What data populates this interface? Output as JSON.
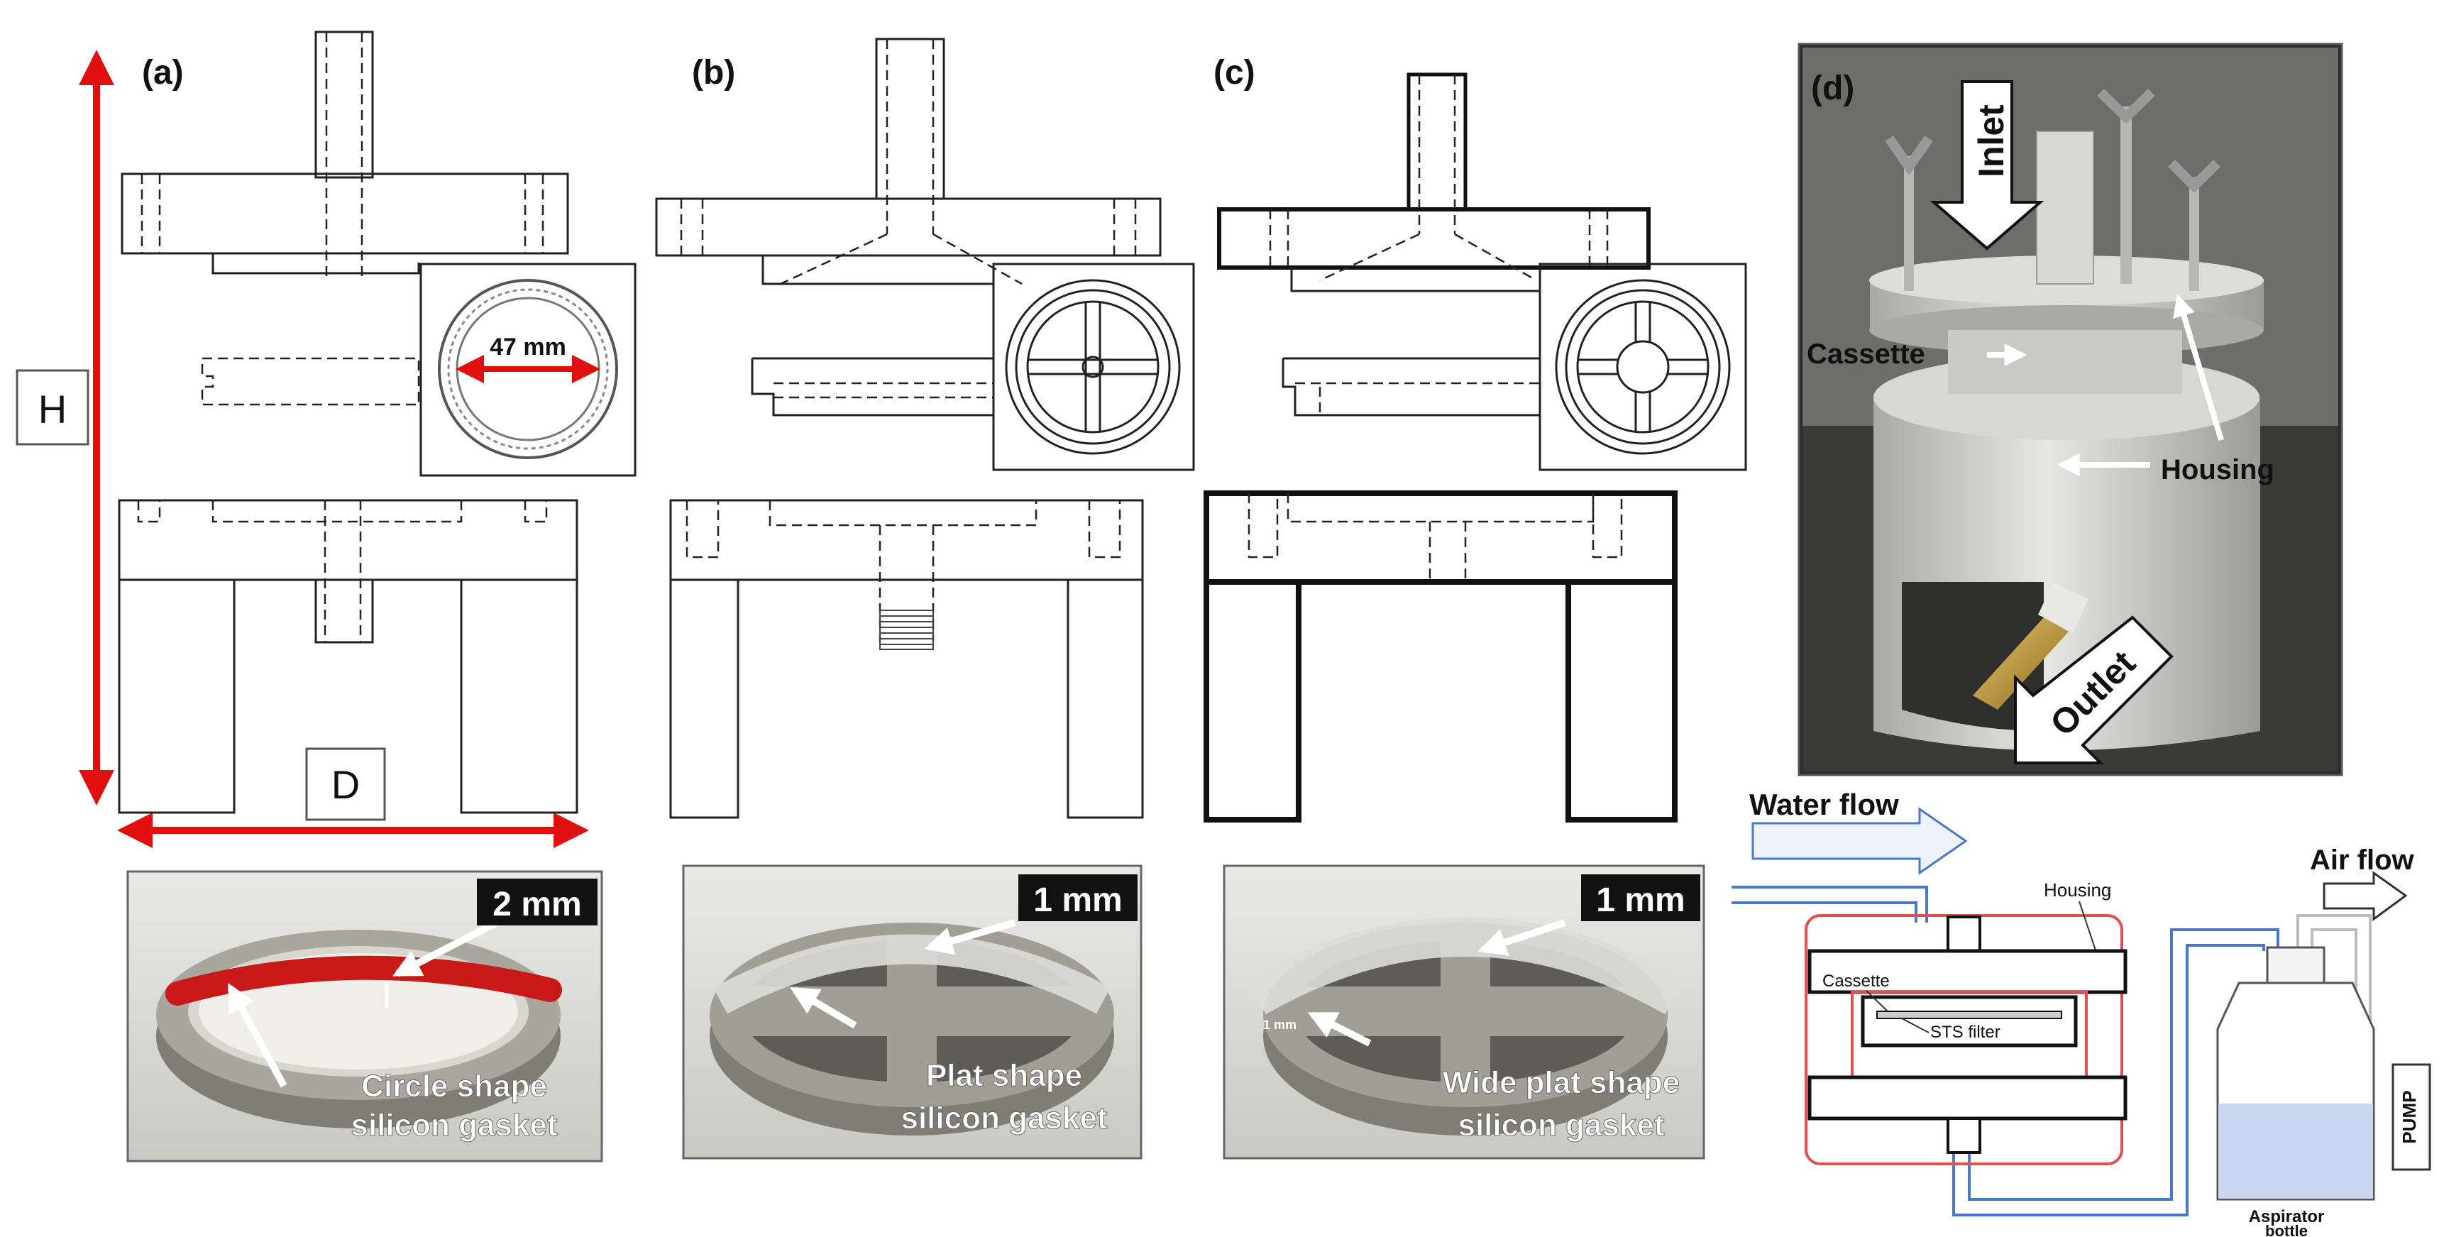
{
  "panels": {
    "a": "(a)",
    "b": "(b)",
    "c": "(c)",
    "d": "(d)"
  },
  "dimensions": {
    "height": "H",
    "diameter": "D",
    "inner_diameter": "47 mm"
  },
  "gaskets": [
    {
      "thickness": "2 mm",
      "line1": "Circle shape",
      "line2": "silicon gasket"
    },
    {
      "thickness": "1 mm",
      "line1": "Plat shape",
      "line2": "silicon gasket"
    },
    {
      "thickness": "1 mm",
      "line1": "Wide plat shape",
      "line2": "silicon gasket",
      "small_dim": "1 mm"
    }
  ],
  "photo_labels": {
    "inlet": "Inlet",
    "outlet": "Outlet",
    "cassette": "Cassette",
    "housing": "Housing"
  },
  "schematic": {
    "water_flow": "Water flow",
    "air_flow": "Air flow",
    "housing": "Housing",
    "cassette": "Cassette",
    "sts_filter": "STS filter",
    "aspirator_line1": "Aspirator",
    "aspirator_line2": "bottle",
    "pump": "PUMP"
  },
  "colors": {
    "dimension_arrow": "#e01010",
    "gasket_red": "#c81818",
    "water_blue": "#4a78c8",
    "housing_outline": "#e05050"
  }
}
